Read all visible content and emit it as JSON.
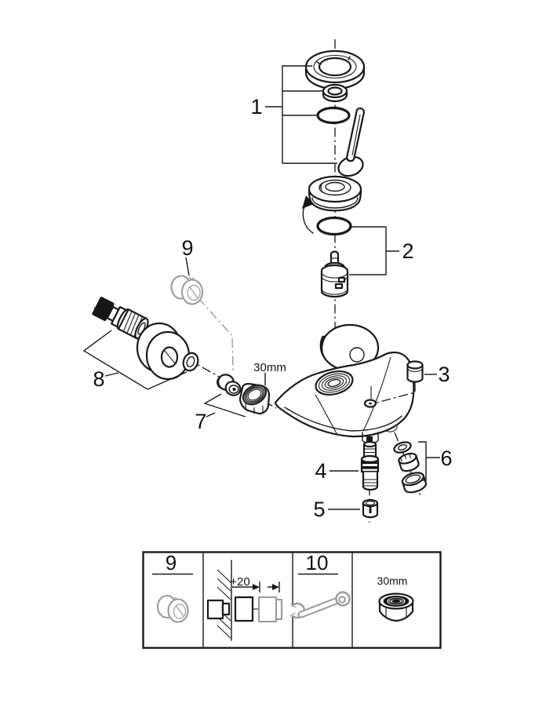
{
  "colors": {
    "line": "#1a1a1a",
    "gray": "#9b9b9b",
    "background": "#ffffff"
  },
  "callouts": {
    "part1": "1",
    "part2": "2",
    "part3": "3",
    "part4": "4",
    "part5": "5",
    "part6": "6",
    "part7": "7",
    "part8": "8",
    "part9": "9"
  },
  "annotations": {
    "union_nut_size": "30mm"
  },
  "legend": {
    "cells": [
      {
        "label": "9",
        "icon": "extension-adapter-icon"
      },
      {
        "label": "+20",
        "icon": "wall-extension-dimension-icon"
      },
      {
        "label": "10",
        "icon": "wrench-icon"
      },
      {
        "label": "30mm",
        "icon": "hex-nut-icon"
      }
    ]
  }
}
